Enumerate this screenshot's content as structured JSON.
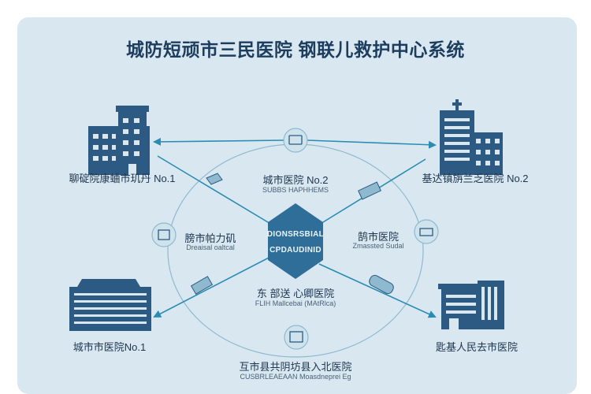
{
  "title": "城防短顽市三民医院 钢联儿救护中心系统",
  "hub": {
    "line1": "DIONSRSBIAL",
    "line2": "CPDAUDINID"
  },
  "nodes": {
    "top_left": {
      "label": "聊碇院康蛐市玑丹 No.1"
    },
    "top_right": {
      "label": "基达镇旃兰乏医院 No.2"
    },
    "bottom_left": {
      "label": "城市市医院No.1"
    },
    "bottom_right": {
      "label": "匙基人民去市医院"
    },
    "inner_top": {
      "label": "城市医院 No.2",
      "sub": "SUBBS HAPHHEMS"
    },
    "inner_left": {
      "label": "膀市帕力矶",
      "sub": "Dreaisal oaltcal"
    },
    "inner_right": {
      "label": "鹄市医院",
      "sub": "Zmassted Sudal"
    },
    "inner_bottom": {
      "label": "东 部送 心卿医院",
      "sub": "FLIH Mallcebai (MAtRlca)"
    },
    "bottom_center": {
      "label": "互市县共阴坊县入北医院",
      "sub": "CUSBRLEAEAAN Moasdneprei Eg"
    }
  },
  "colors": {
    "panel": "#d9e8f0",
    "building": "#2d5a83",
    "accent": "#2b8cb3",
    "hub": "#2f6e99"
  }
}
